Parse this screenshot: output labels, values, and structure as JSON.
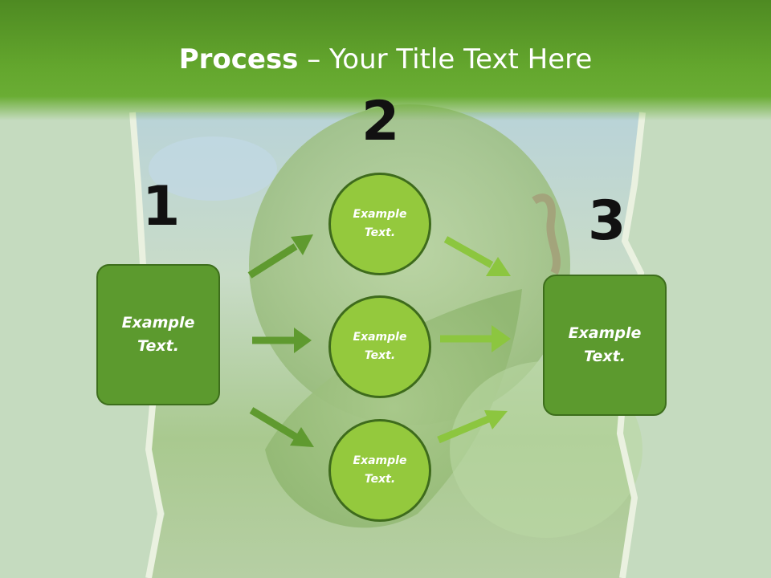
{
  "title": {
    "bold": "Process",
    "rest": " – Your Title Text Here"
  },
  "numbers": {
    "one": "1",
    "two": "2",
    "three": "3"
  },
  "left_box": {
    "line1": "Example",
    "line2": "Text."
  },
  "right_box": {
    "line1": "Example",
    "line2": "Text."
  },
  "circles": [
    {
      "line1": "Example",
      "line2": "Text."
    },
    {
      "line1": "Example",
      "line2": "Text."
    },
    {
      "line1": "Example",
      "line2": "Text."
    }
  ],
  "colors": {
    "header": "#5b9b2a",
    "box": "#5c9a2e",
    "circle": "#94c93d",
    "arrow_dark": "#5f9a2f",
    "arrow_light": "#8cc63f"
  }
}
